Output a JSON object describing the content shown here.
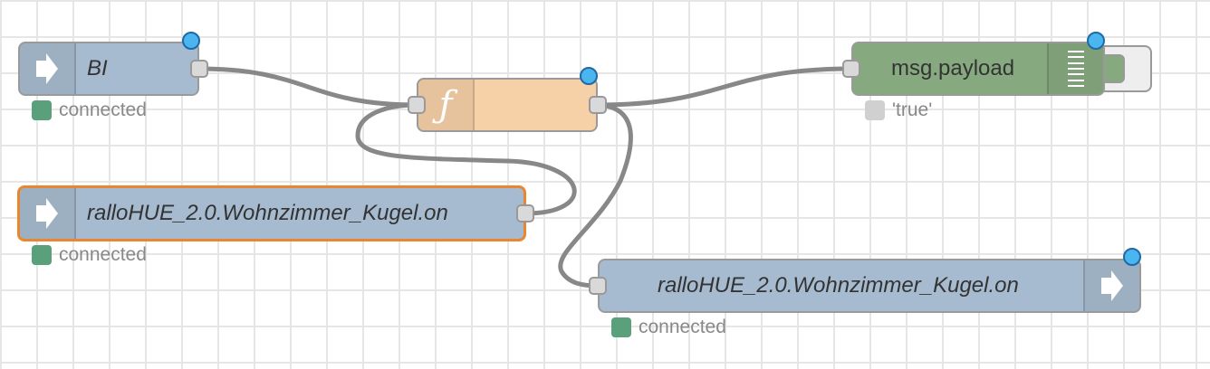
{
  "colors": {
    "input_node": "#a6bbcf",
    "function_node": "#f6d0a7",
    "debug_node": "#87a980",
    "wire": "#888888",
    "selected_border": "#e9862f",
    "changed_badge": "#4bb5f0",
    "status_connected": "#5aa07a",
    "status_grey": "#d0d0d0"
  },
  "nodes": {
    "bi": {
      "label": "BI",
      "icon": "arrow-in-icon",
      "status": "connected"
    },
    "function": {
      "label": "",
      "icon": "function-icon"
    },
    "debug": {
      "label": "msg.payload",
      "icon": "list-lines-icon",
      "status": "'true'"
    },
    "kugel_in": {
      "label": "ralloHUE_2.0.Wohnzimmer_Kugel.on",
      "icon": "arrow-in-icon",
      "status": "connected"
    },
    "kugel_out": {
      "label": "ralloHUE_2.0.Wohnzimmer_Kugel.on",
      "icon": "arrow-out-icon",
      "status": "connected"
    }
  }
}
